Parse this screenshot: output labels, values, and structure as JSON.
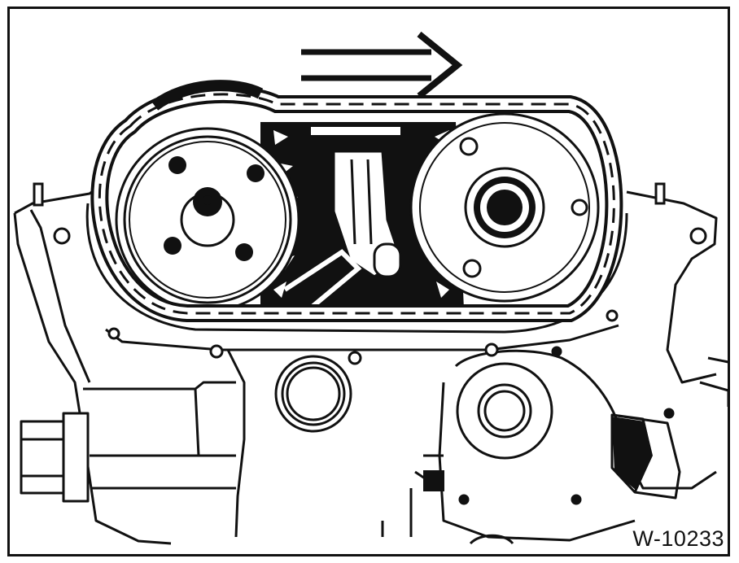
{
  "figure": {
    "label": "W-10233",
    "colors": {
      "ink": "#111111",
      "paper": "#ffffff",
      "shade": "#dcdcdc"
    },
    "elements": {
      "direction_arrow": "rotation-arrow-icon",
      "left_sprocket": "crankshaft-sprocket",
      "right_sprocket": "intermediate-shaft-sprocket",
      "chain": "timing-chain",
      "tensioner": "chain-tensioner",
      "block": "engine-block"
    }
  }
}
